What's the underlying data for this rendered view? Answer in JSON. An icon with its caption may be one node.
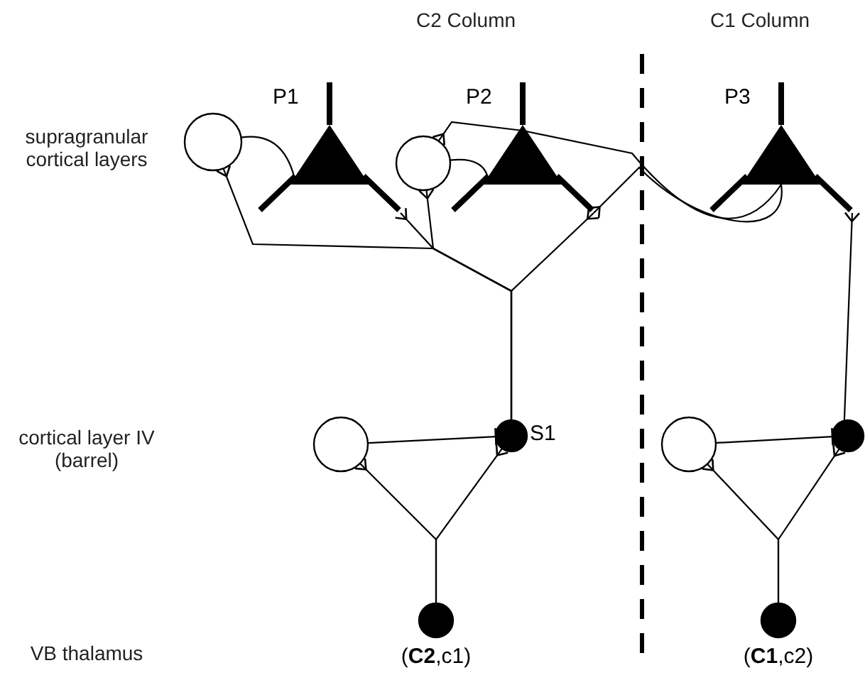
{
  "diagram": {
    "nodes": [
      {
        "text": [
          "P1"
        ]
      },
      {
        "text": [
          "P2"
        ]
      },
      {
        "text": [
          "P3"
        ]
      },
      {
        "text": [],
        "shape": "circle"
      },
      {
        "text": [],
        "shape": "circle"
      },
      {
        "text": [
          "S1"
        ]
      },
      {
        "text": [],
        "shape": "circle"
      },
      {
        "text": [],
        "shape": "circle"
      },
      {
        "text": [],
        "shape": "circle"
      },
      {
        "text": [
          "(**C2**,c1)"
        ]
      },
      {
        "text": [
          "(**C1**,c2)"
        ]
      }
    ],
    "edges": [
      {
        "from": 9,
        "to": 5,
        "arrow": "other"
      },
      {
        "from": 9,
        "to": 6,
        "arrow": "other"
      },
      {
        "from": 6,
        "to": 5,
        "arrow": "other"
      },
      {
        "from": 5,
        "to": 0,
        "arrow": "other"
      },
      {
        "from": 5,
        "to": 1,
        "arrow": "other"
      },
      {
        "from": 5,
        "to": 3,
        "arrow": "other"
      },
      {
        "from": 5,
        "to": 4,
        "arrow": "other"
      },
      {
        "from": 10,
        "to": 7,
        "arrow": "other"
      },
      {
        "from": 10,
        "to": 8,
        "arrow": "other"
      },
      {
        "from": 8,
        "to": 7,
        "arrow": "other"
      },
      {
        "from": 7,
        "to": 2,
        "arrow": "other"
      },
      {
        "from": 3,
        "to": 0,
        "arrow": "other"
      },
      {
        "from": 4,
        "to": 1,
        "arrow": "other"
      },
      {
        "from": 1,
        "to": 4,
        "arrow": "other"
      },
      {
        "from": 1,
        "to": 2,
        "arrow": "none"
      },
      {
        "from": 2,
        "to": 1,
        "arrow": "other"
      }
    ],
    "labels": [
      "C2 Column",
      "C1 Column",
      "supragranular cortical layers",
      "cortical layer IV (barrel)",
      "VB thalamus"
    ]
  }
}
